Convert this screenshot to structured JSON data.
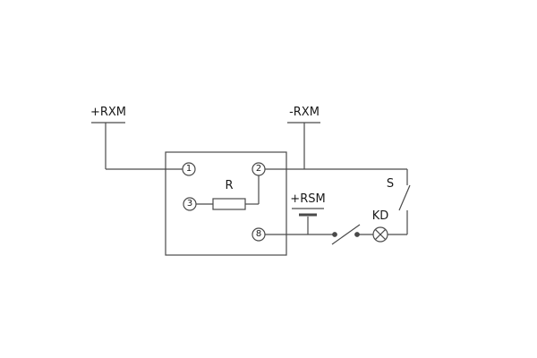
{
  "diagram": {
    "title": "relay-circuit-schematic",
    "labels": {
      "plus_rxm": "+RXM",
      "minus_rxm": "-RXM",
      "plus_rsm": "+RSM",
      "resistor": "R",
      "switch": "S",
      "lamp": "KD"
    },
    "terminals": {
      "t1": "1",
      "t2": "2",
      "t3": "3",
      "t8": "8"
    },
    "colors": {
      "line": "#4a4a4a",
      "text": "#1a1a1a",
      "background": "#ffffff"
    }
  }
}
